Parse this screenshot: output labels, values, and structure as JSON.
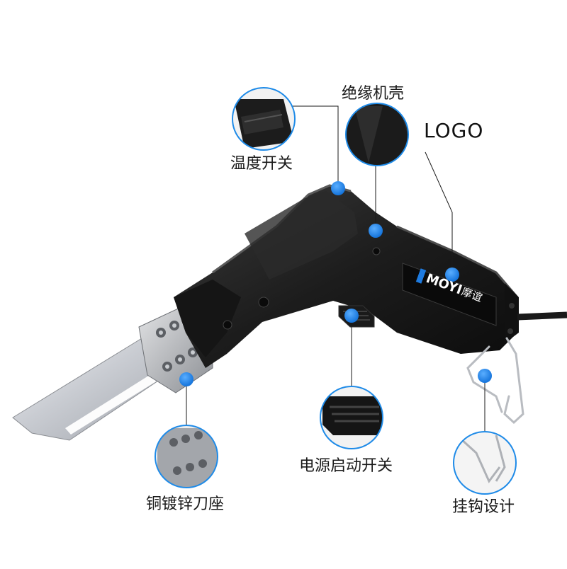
{
  "brand": {
    "name": "MOYI",
    "chinese": "摩谊"
  },
  "labels": {
    "insulated_housing": "绝缘机壳",
    "temperature_switch": "温度开关",
    "logo": "LOGO",
    "power_switch": "电源启动开关",
    "blade_seat": "铜镀锌刀座",
    "hook_design": "挂钩设计"
  },
  "colors": {
    "accent_blue": "#1e7be0",
    "body": "#1e1e1e",
    "callout_ring": "#1f8be8"
  }
}
